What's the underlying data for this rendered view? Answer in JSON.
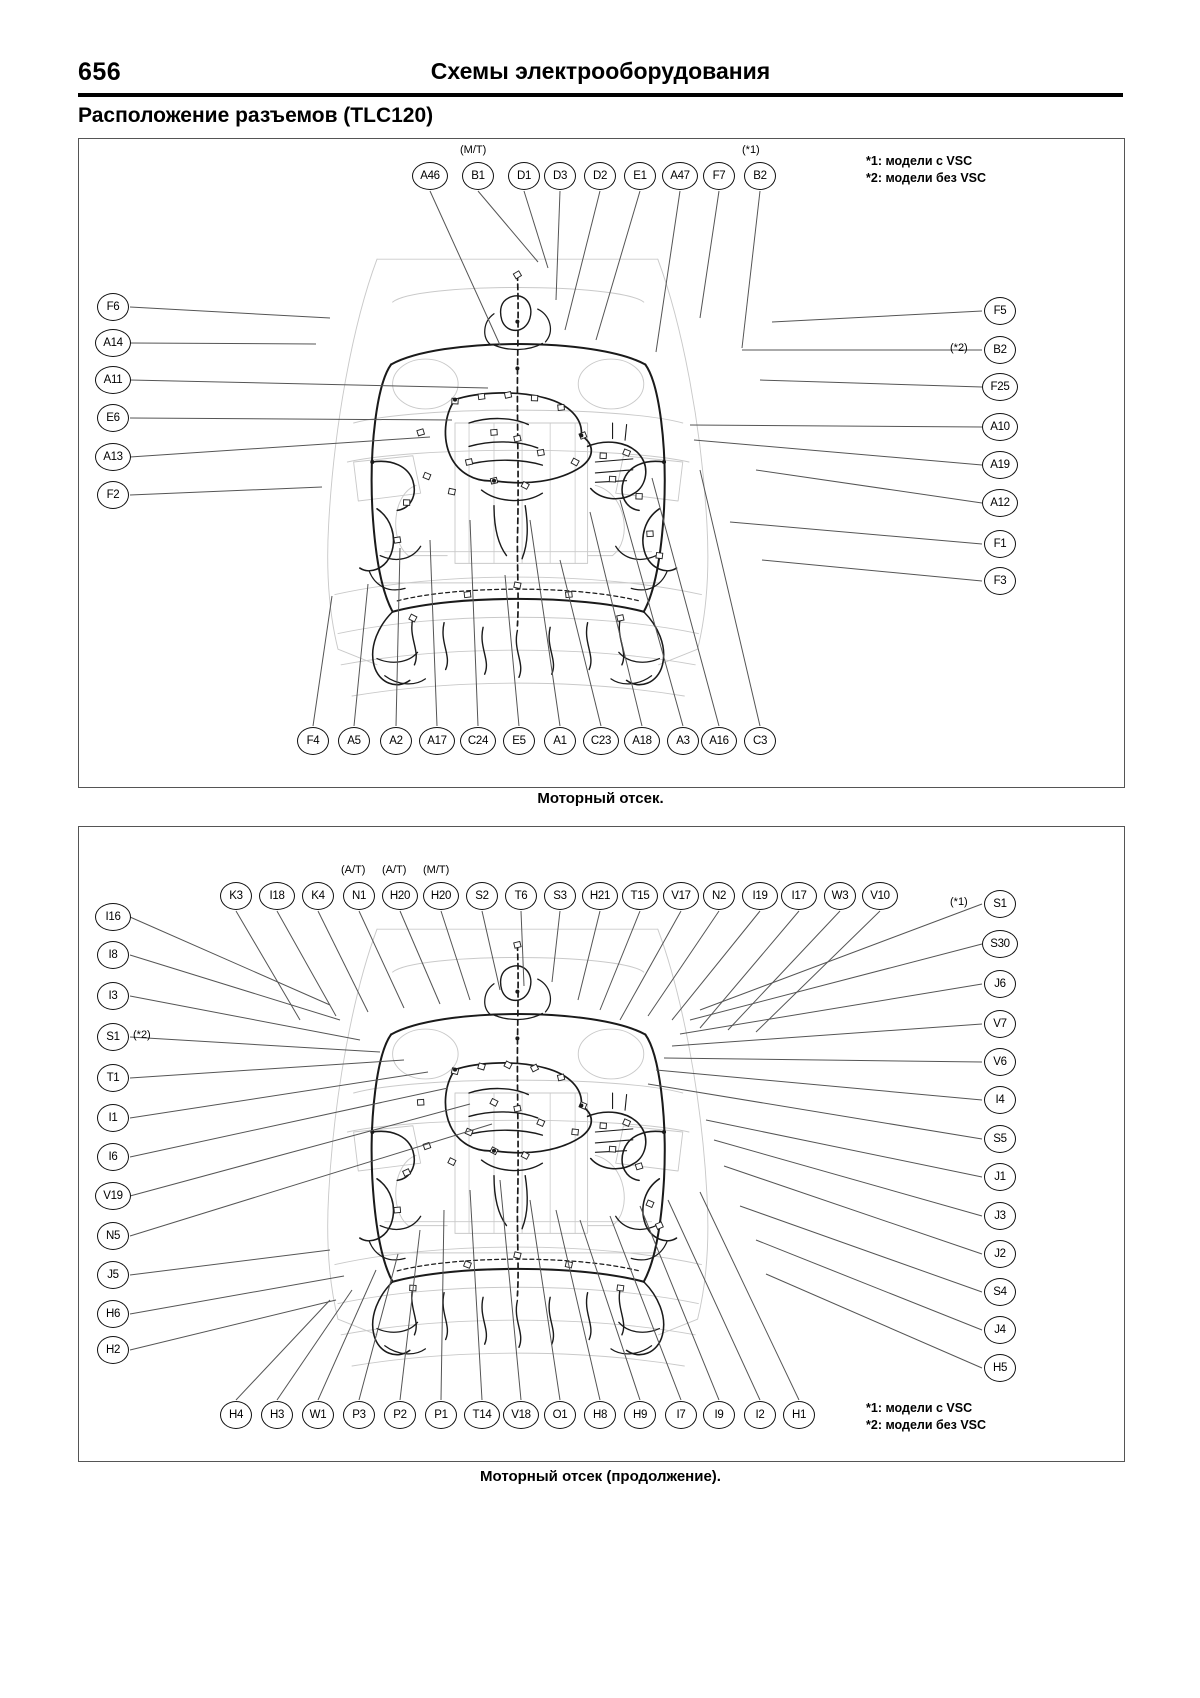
{
  "header": {
    "page_number": "656",
    "title": "Схемы электрооборудования",
    "section_title": "Расположение разъемов (TLC120)"
  },
  "notes": {
    "vsc_with": "*1: модели с VSC",
    "vsc_without": "*2: модели без VSC",
    "mark1": "(*1)",
    "mark2": "(*2)",
    "mt": "(M/T)",
    "at": "(A/T)"
  },
  "diagram1": {
    "caption": "Моторный отсек.",
    "top_row": [
      {
        "id": "A46"
      },
      {
        "id": "B1",
        "note": "(M/T)"
      },
      {
        "id": "D1"
      },
      {
        "id": "D3"
      },
      {
        "id": "D2"
      },
      {
        "id": "E1"
      },
      {
        "id": "A47"
      },
      {
        "id": "F7"
      },
      {
        "id": "B2",
        "note": "(*1)"
      }
    ],
    "left_col": [
      {
        "id": "F6"
      },
      {
        "id": "A14"
      },
      {
        "id": "A11"
      },
      {
        "id": "E6"
      },
      {
        "id": "A13"
      },
      {
        "id": "F2"
      }
    ],
    "right_col": [
      {
        "id": "F5"
      },
      {
        "id": "B2",
        "note": "(*2)"
      },
      {
        "id": "F25"
      },
      {
        "id": "A10"
      },
      {
        "id": "A19"
      },
      {
        "id": "A12"
      },
      {
        "id": "F1"
      },
      {
        "id": "F3"
      }
    ],
    "bottom_row": [
      {
        "id": "F4"
      },
      {
        "id": "A5"
      },
      {
        "id": "A2"
      },
      {
        "id": "A17"
      },
      {
        "id": "C24"
      },
      {
        "id": "E5"
      },
      {
        "id": "A1"
      },
      {
        "id": "C23"
      },
      {
        "id": "A18"
      },
      {
        "id": "A3"
      },
      {
        "id": "A16"
      },
      {
        "id": "C3"
      }
    ]
  },
  "diagram2": {
    "caption": "Моторный отсек (продолжение).",
    "top_row": [
      {
        "id": "K3"
      },
      {
        "id": "I18"
      },
      {
        "id": "K4"
      },
      {
        "id": "N1",
        "note": "(A/T)"
      },
      {
        "id": "H20",
        "note": "(A/T)"
      },
      {
        "id": "H20",
        "note": "(M/T)"
      },
      {
        "id": "S2"
      },
      {
        "id": "T6"
      },
      {
        "id": "S3"
      },
      {
        "id": "H21"
      },
      {
        "id": "T15"
      },
      {
        "id": "V17"
      },
      {
        "id": "N2"
      },
      {
        "id": "I19"
      },
      {
        "id": "I17"
      },
      {
        "id": "W3"
      },
      {
        "id": "V10"
      }
    ],
    "left_col": [
      {
        "id": "I16"
      },
      {
        "id": "I8"
      },
      {
        "id": "I3"
      },
      {
        "id": "S1",
        "note": "(*2)"
      },
      {
        "id": "T1"
      },
      {
        "id": "I1"
      },
      {
        "id": "I6"
      },
      {
        "id": "V19"
      },
      {
        "id": "N5"
      },
      {
        "id": "J5"
      },
      {
        "id": "H6"
      },
      {
        "id": "H2"
      }
    ],
    "right_col": [
      {
        "id": "S1",
        "note": "(*1)"
      },
      {
        "id": "S30"
      },
      {
        "id": "J6"
      },
      {
        "id": "V7"
      },
      {
        "id": "V6"
      },
      {
        "id": "I4"
      },
      {
        "id": "S5"
      },
      {
        "id": "J1"
      },
      {
        "id": "J3"
      },
      {
        "id": "J2"
      },
      {
        "id": "S4"
      },
      {
        "id": "J4"
      },
      {
        "id": "H5"
      }
    ],
    "bottom_row": [
      {
        "id": "H4"
      },
      {
        "id": "H3"
      },
      {
        "id": "W1"
      },
      {
        "id": "P3"
      },
      {
        "id": "P2"
      },
      {
        "id": "P1"
      },
      {
        "id": "T14"
      },
      {
        "id": "V18"
      },
      {
        "id": "O1"
      },
      {
        "id": "H8"
      },
      {
        "id": "H9"
      },
      {
        "id": "I7"
      },
      {
        "id": "I9"
      },
      {
        "id": "I2"
      },
      {
        "id": "H1"
      }
    ]
  }
}
